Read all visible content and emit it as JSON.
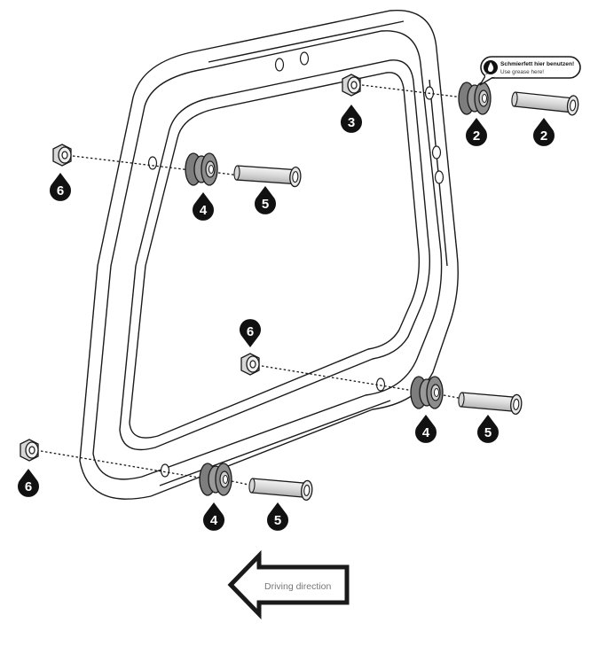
{
  "diagram": {
    "callouts": [
      {
        "id": "c2a",
        "number": "2"
      },
      {
        "id": "c2b",
        "number": "2"
      },
      {
        "id": "c3",
        "number": "3"
      },
      {
        "id": "c4a",
        "number": "4"
      },
      {
        "id": "c4b",
        "number": "4"
      },
      {
        "id": "c4c",
        "number": "4"
      },
      {
        "id": "c5a",
        "number": "5"
      },
      {
        "id": "c5b",
        "number": "5"
      },
      {
        "id": "c5c",
        "number": "5"
      },
      {
        "id": "c6a",
        "number": "6"
      },
      {
        "id": "c6b",
        "number": "6"
      },
      {
        "id": "c6c",
        "number": "6"
      }
    ],
    "grease_note": {
      "line_de": "Schmierfett hier benutzen!",
      "line_en": "Use grease here!"
    },
    "direction_arrow": {
      "label": "Driving direction"
    },
    "icons": [
      "grease-drop-icon",
      "direction-arrow-icon"
    ],
    "colors": {
      "line": "#1a1a1a",
      "part_gray": "#8c8c8c",
      "callout_fill": "#111111",
      "callout_text": "#ffffff"
    }
  }
}
